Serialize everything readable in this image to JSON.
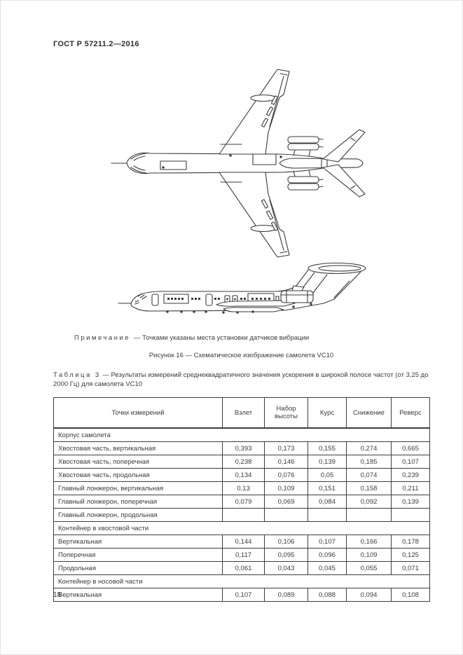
{
  "page": {
    "header": "ГОСТ Р 57211.2—2016",
    "page_number": "18"
  },
  "figure": {
    "note_label": "Примечание",
    "note_text": "— Точками указаны места установки датчиков вибрации",
    "caption": "Рисунок 16 — Схематическое изображение самолета VC10"
  },
  "table": {
    "label": "Таблица 3",
    "title": "— Результаты измерений среднеквадратичного значения ускорения в широкой полосе частот (от 3,25 до 2000 Гц) для самолета VC10",
    "columns": [
      "Точки измерений",
      "Взлет",
      "Набор высоты",
      "Курс",
      "Снижение",
      "Реверс"
    ],
    "sections": [
      {
        "heading": "Корпус самолета",
        "rows": [
          {
            "label": "Хвостовая часть, вертикальная",
            "values": [
              "0,393",
              "0,173",
              "0,155",
              "0,274",
              "0,665"
            ]
          },
          {
            "label": "Хвостовая часть, поперечная",
            "values": [
              "0,238",
              "0,146",
              "0,139",
              "0,185",
              "0,107"
            ]
          },
          {
            "label": "Хвостовая часть, продольная",
            "values": [
              "0,134",
              "0,076",
              "0,05",
              "0,074",
              "0,239"
            ]
          },
          {
            "label": "Главный лонжерон, вертикальная",
            "values": [
              "0,13",
              "0,109",
              "0,151",
              "0,158",
              "0,211"
            ]
          },
          {
            "label": "Главный лонжерон, поперечная",
            "values": [
              "0,079",
              "0,069",
              "0,084",
              "0,092",
              "0,139"
            ]
          },
          {
            "label": "Главный лонжерон, продольная",
            "values": [
              "",
              "",
              "",
              "",
              ""
            ]
          }
        ]
      },
      {
        "heading": "Контейнер в хвостовой части",
        "rows": [
          {
            "label": "Вертикальная",
            "values": [
              "0,144",
              "0,106",
              "0,107",
              "0,166",
              "0,178"
            ]
          },
          {
            "label": "Поперечная",
            "values": [
              "0,117",
              "0,095",
              "0,096",
              "0,109",
              "0,125"
            ]
          },
          {
            "label": "Продольная",
            "values": [
              "0,061",
              "0,043",
              "0,045",
              "0,055",
              "0,071"
            ]
          }
        ]
      },
      {
        "heading": "Контейнер в носовой части",
        "rows": [
          {
            "label": "Вертикальная",
            "values": [
              "0,107",
              "0,089",
              "0,088",
              "0,094",
              "0,108"
            ]
          }
        ]
      }
    ]
  }
}
